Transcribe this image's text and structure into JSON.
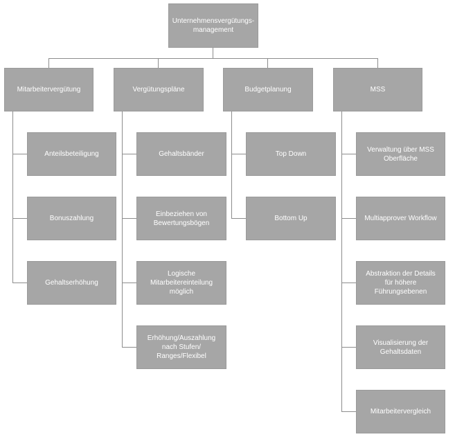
{
  "root": {
    "label": "Unternehmensvergütungs-\nmanagement"
  },
  "columns": [
    {
      "title": "Mitarbeitervergütung",
      "items": [
        "Anteilsbeteiligung",
        "Bonuszahlung",
        "Gehaltserhöhung"
      ]
    },
    {
      "title": "Vergütungspläne",
      "items": [
        "Gehaltsbänder",
        "Einbeziehen von Bewertungsbögen",
        "Logische Mitarbeitereinteilung möglich",
        "Erhöhung/Auszahlung nach Stufen/ Ranges/Flexibel"
      ]
    },
    {
      "title": "Budgetplanung",
      "items": [
        "Top Down",
        "Bottom Up"
      ]
    },
    {
      "title": "MSS",
      "items": [
        "Verwaltung über MSS Oberfläche",
        "Multiapprover Workflow",
        "Abstraktion der Details für höhere Führungsebenen",
        "Visualisierung der Gehaltsdaten",
        "Mitarbeitervergleich"
      ]
    }
  ],
  "colors": {
    "node_fill": "#a6a6a6",
    "connector": "#8c8c8c",
    "text": "#ffffff"
  }
}
